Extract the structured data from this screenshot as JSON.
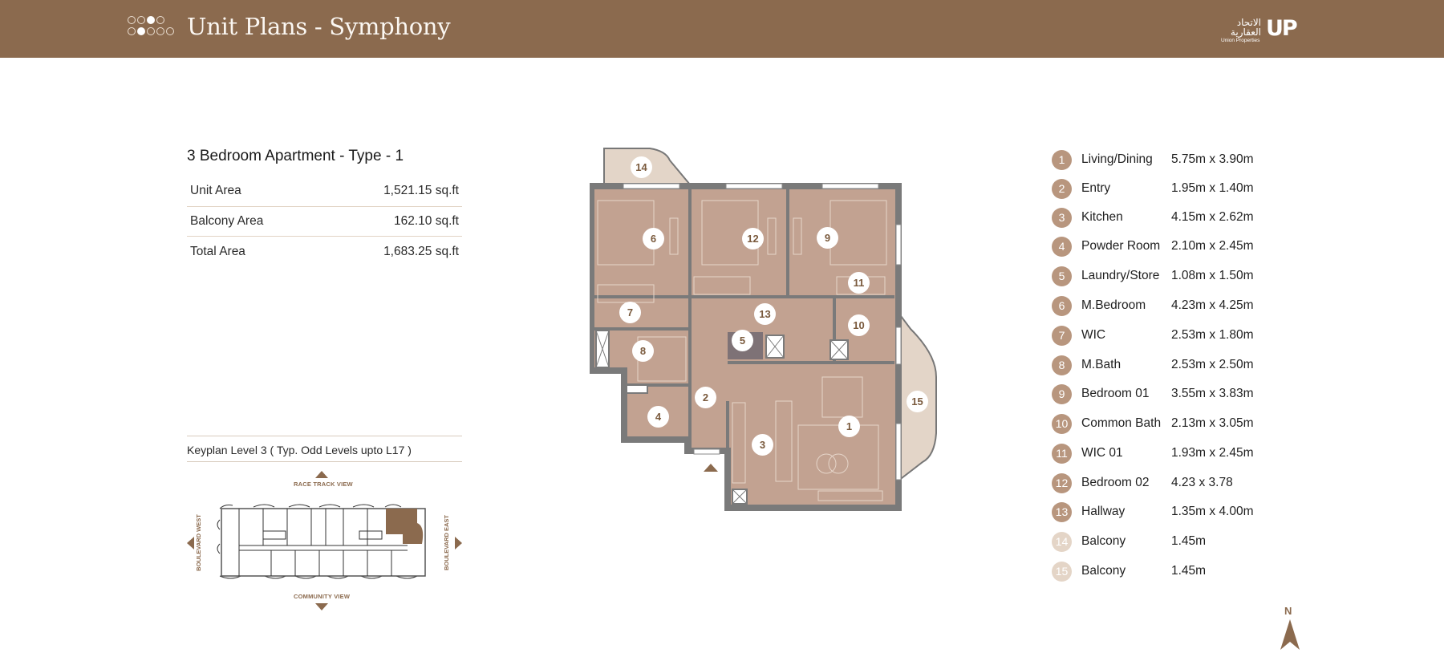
{
  "header": {
    "title": "Unit Plans - Symphony",
    "background": "#8b6a4e",
    "dots_icon": "progress-dots-icon",
    "logo": {
      "arabic_text": "الاتحاد العقارية",
      "english_text": "Union Properties",
      "mark": "UP"
    }
  },
  "unit": {
    "title": "3 Bedroom Apartment - Type - 1",
    "areas": [
      {
        "label": "Unit Area",
        "value": "1,521.15 sq.ft"
      },
      {
        "label": "Balcony Area",
        "value": "162.10 sq.ft"
      },
      {
        "label": "Total Area",
        "value": "1,683.25 sq.ft"
      }
    ]
  },
  "keyplan": {
    "title": "Keyplan Level 3 ( Typ. Odd Levels upto L17 )",
    "top_label": "RACE TRACK VIEW",
    "bottom_label": "COMMUNITY VIEW",
    "left_label": "BOULEVARD WEST",
    "right_label": "BOULEVARD EAST",
    "highlight_color": "#8b6a4e"
  },
  "floorplan": {
    "markers": [
      "1",
      "2",
      "3",
      "4",
      "5",
      "6",
      "7",
      "8",
      "9",
      "10",
      "11",
      "12",
      "13",
      "14",
      "15"
    ],
    "room_color": "#c2a291",
    "balcony_color": "#e3d5c8",
    "wall_color": "#7a7a7a"
  },
  "legend": {
    "items": [
      {
        "num": "1",
        "name": "Living/Dining",
        "dim": "5.75m x 3.90m"
      },
      {
        "num": "2",
        "name": "Entry",
        "dim": "1.95m x 1.40m"
      },
      {
        "num": "3",
        "name": "Kitchen",
        "dim": "4.15m x 2.62m"
      },
      {
        "num": "4",
        "name": "Powder Room",
        "dim": "2.10m x 2.45m"
      },
      {
        "num": "5",
        "name": "Laundry/Store",
        "dim": "1.08m x 1.50m"
      },
      {
        "num": "6",
        "name": "M.Bedroom",
        "dim": "4.23m x 4.25m"
      },
      {
        "num": "7",
        "name": "WIC",
        "dim": "2.53m x 1.80m"
      },
      {
        "num": "8",
        "name": "M.Bath",
        "dim": "2.53m x 2.50m"
      },
      {
        "num": "9",
        "name": "Bedroom 01",
        "dim": "3.55m x 3.83m"
      },
      {
        "num": "10",
        "name": "Common Bath",
        "dim": "2.13m x 3.05m"
      },
      {
        "num": "11",
        "name": "WIC 01",
        "dim": "1.93m x 2.45m"
      },
      {
        "num": "12",
        "name": "Bedroom 02",
        "dim": "4.23 x 3.78"
      },
      {
        "num": "13",
        "name": "Hallway",
        "dim": "1.35m x 4.00m"
      },
      {
        "num": "14",
        "name": "Balcony",
        "dim": "1.45m"
      },
      {
        "num": "15",
        "name": "Balcony",
        "dim": "1.45m"
      }
    ]
  },
  "compass": {
    "label": "N"
  }
}
